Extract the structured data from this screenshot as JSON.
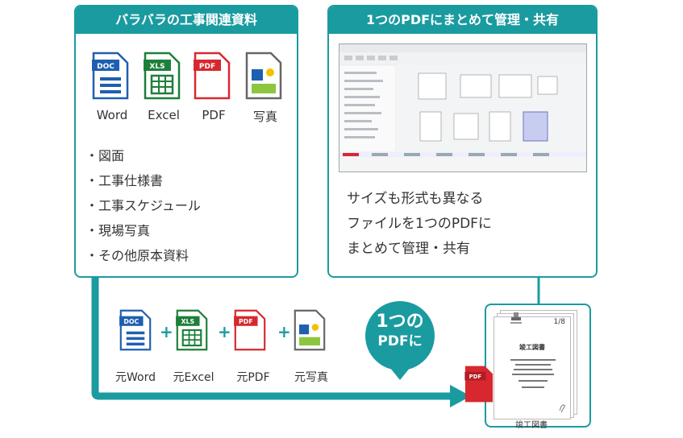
{
  "left_panel": {
    "title": "バラバラの工事関連資料",
    "files": [
      {
        "tag": "DOC",
        "label": "Word",
        "color": "#1f5fb0"
      },
      {
        "tag": "XLS",
        "label": "Excel",
        "color": "#1d7f3a"
      },
      {
        "tag": "PDF",
        "label": "PDF",
        "color": "#d7282f"
      },
      {
        "tag": "",
        "label": "写真",
        "color": "#555555"
      }
    ],
    "bullets": [
      "・図面",
      "・工事仕様書",
      "・工事スケジュール",
      "・現場写真",
      "・その他原本資料"
    ]
  },
  "right_panel": {
    "title": "1つのPDFにまとめて管理・共有",
    "description": [
      "サイズも形式も異なる",
      "ファイルを1つのPDFに",
      "まとめて管理・共有"
    ]
  },
  "bottom": {
    "files": [
      {
        "tag": "DOC",
        "label": "元Word",
        "color": "#1f5fb0"
      },
      {
        "tag": "XLS",
        "label": "元Excel",
        "color": "#1d7f3a"
      },
      {
        "tag": "PDF",
        "label": "元PDF",
        "color": "#d7282f"
      },
      {
        "tag": "",
        "label": "元写真",
        "color": "#555555"
      }
    ],
    "plus": "+"
  },
  "badge": {
    "line1": "1つの",
    "line2": "PDFに"
  },
  "output_doc": {
    "page": "1/8",
    "title": "竣工図書",
    "caption": "竣工図書",
    "pdf_tag": "PDF"
  },
  "colors": {
    "accent": "#1a9ba0"
  }
}
